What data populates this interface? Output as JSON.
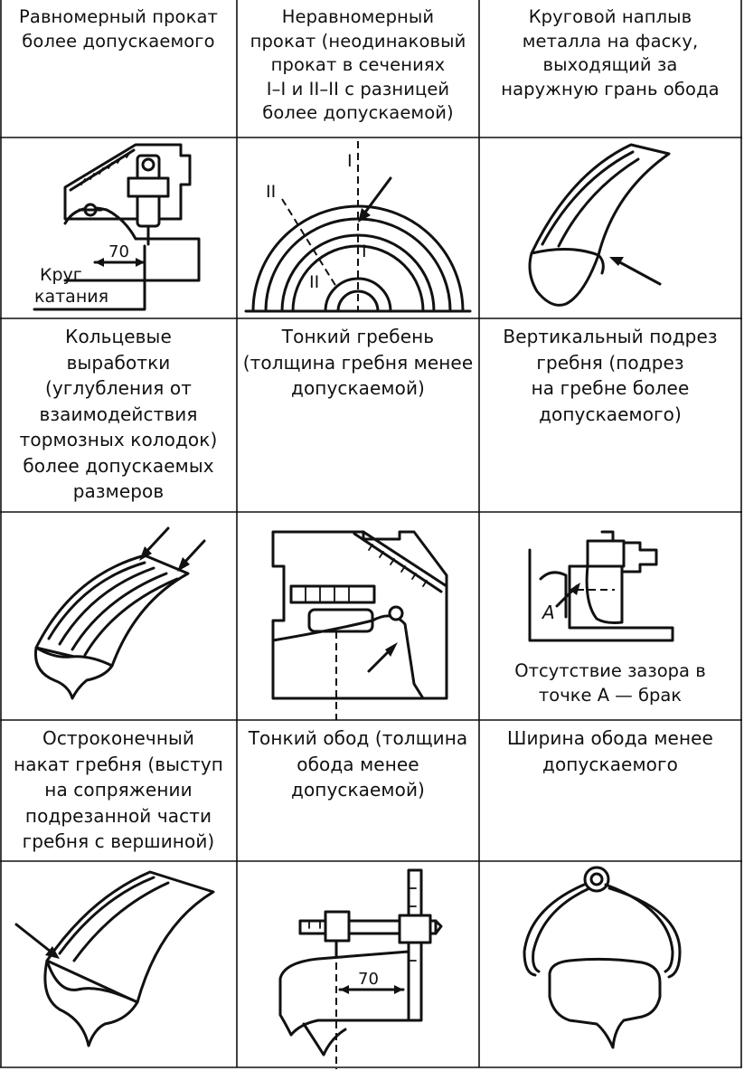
{
  "colors": {
    "ink": "#111111",
    "paper": "#ffffff"
  },
  "table": {
    "row1": [
      "Равномерный прокат\nболее допускаемого",
      "Неравномерный\nпрокат (неодинаковый\nпрокат в сечениях\nI–I и II–II с разницей\nболее допускаемой)",
      "Круговой наплыв\nметалла на фаску,\nвыходящий за\nнаружную грань обода"
    ],
    "row3": [
      "Кольцевые\nвыработки\n(углубления от\nвзаимодействия\nтормозных колодок)\nболее допускаемых\nразмеров",
      "Тонкий гребень\n(толщина гребня менее\nдопускаемой)",
      "Вертикальный подрез\nгребня (подрез\nна гребне более\nдопускаемого)"
    ],
    "row5": [
      "Остроконечный\nнакат гребня (выступ\nна сопряжении\nподрезанной части\nгребня с вершиной)",
      "Тонкий обод (толщина\nобода менее\nдопускаемой)",
      "Ширина обода менее\nдопускаемого"
    ]
  },
  "figures": {
    "gauge_uniform": {
      "dimension": "70",
      "label_line1": "Круг",
      "label_line2": "катания"
    },
    "wheel_section": {
      "mark_1": "II",
      "mark_2": "I",
      "mark_3": "I",
      "mark_4": "II"
    },
    "gap_gauge": {
      "point_label": "A",
      "caption": "Отсутствие зазора в\nточке А — брак"
    },
    "rim_gauge": {
      "dimension": "70"
    }
  }
}
